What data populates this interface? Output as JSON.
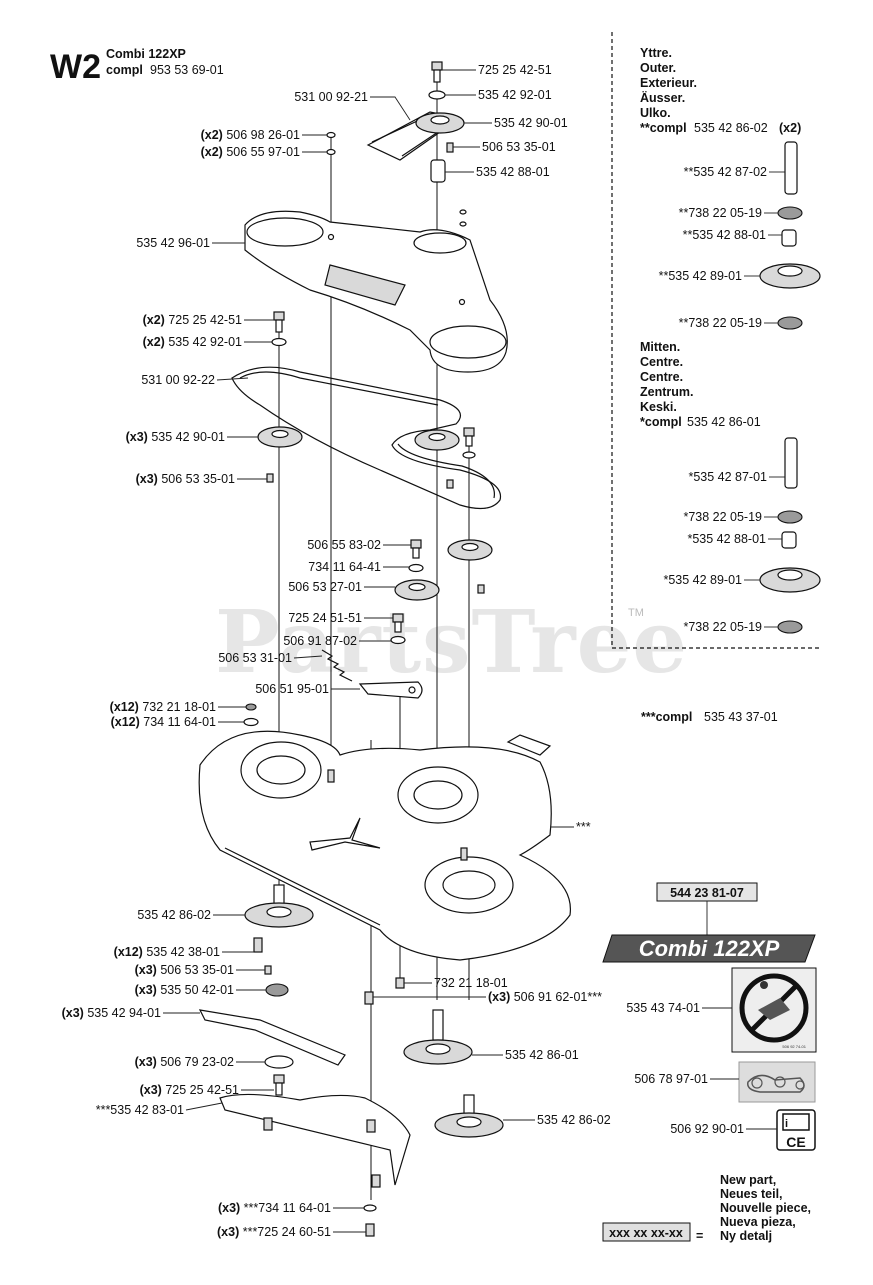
{
  "header": {
    "section": "W2",
    "model_line": "Combi 122XP",
    "compl_label": "compl",
    "compl_number": "953 53 69-01"
  },
  "watermark": {
    "text": "PartsTree",
    "tm": "TM"
  },
  "side_panel": {
    "outer_lines": [
      "Yttre.",
      "Outer.",
      "Exterieur.",
      "Äusser.",
      "Ulko."
    ],
    "outer_compl_label": "**compl",
    "outer_compl_number": "535 42 86-02",
    "outer_compl_qty": "(x2)",
    "outer_parts": [
      "**535 42 87-02",
      "**738 22 05-19",
      "**535 42 88-01",
      "**535 42 89-01",
      "**738 22 05-19"
    ],
    "centre_lines": [
      "Mitten.",
      "Centre.",
      "Centre.",
      "Zentrum.",
      "Keski."
    ],
    "centre_compl_label": "*compl",
    "centre_compl_number": "535 42 86-01",
    "centre_parts": [
      "*535 42 87-01",
      "*738 22 05-19",
      "*535 42 88-01",
      "*535 42 89-01",
      "*738 22 05-19"
    ]
  },
  "triple_compl": {
    "label": "***compl",
    "number": "535 43 37-01"
  },
  "right_bottom": {
    "decal_box_number": "544 23 81-07",
    "model_banner": "Combi 122XP",
    "decal_warning_number": "535 43 74-01",
    "belt_decal_number": "506 78 97-01",
    "manual_decal_number": "506 92 90-01",
    "ce_mark": "CE",
    "warning_sticker_code": "506 92 74-01"
  },
  "legend": {
    "box_text": "xxx xx xx-xx",
    "equals": "=",
    "lines": [
      "New part,",
      "Neues teil,",
      "Nouvelle piece,",
      "Nueva pieza,",
      "Ny detalj"
    ]
  },
  "labels": [
    {
      "qty": "",
      "text": "725 25 42-51"
    },
    {
      "qty": "",
      "text": "535 42 92-01"
    },
    {
      "qty": "",
      "text": "531 00 92-21"
    },
    {
      "qty": "",
      "text": "535 42 90-01"
    },
    {
      "qty": "(x2)",
      "text": "506 98 26-01"
    },
    {
      "qty": "(x2)",
      "text": "506 55 97-01"
    },
    {
      "qty": "",
      "text": "506 53 35-01"
    },
    {
      "qty": "",
      "text": "535 42 88-01"
    },
    {
      "qty": "",
      "text": "535 42 96-01"
    },
    {
      "qty": "(x2)",
      "text": "725 25 42-51"
    },
    {
      "qty": "(x2)",
      "text": "535 42 92-01"
    },
    {
      "qty": "",
      "text": "531 00 92-22"
    },
    {
      "qty": "(x3)",
      "text": "535 42 90-01"
    },
    {
      "qty": "(x3)",
      "text": "506 53 35-01"
    },
    {
      "qty": "",
      "text": "506 55 83-02"
    },
    {
      "qty": "",
      "text": "734 11 64-41"
    },
    {
      "qty": "",
      "text": "506 53 27-01"
    },
    {
      "qty": "",
      "text": "725 24 51-51"
    },
    {
      "qty": "",
      "text": "506 91 87-02"
    },
    {
      "qty": "",
      "text": "506 53 31-01"
    },
    {
      "qty": "",
      "text": "506 51 95-01"
    },
    {
      "qty": "(x12)",
      "text": "732 21 18-01"
    },
    {
      "qty": "(x12)",
      "text": "734 11 64-01"
    },
    {
      "qty": "",
      "text": "***"
    },
    {
      "qty": "",
      "text": "535 42 86-02"
    },
    {
      "qty": "(x12)",
      "text": "535 42 38-01"
    },
    {
      "qty": "(x3)",
      "text": "506 53 35-01"
    },
    {
      "qty": "(x3)",
      "text": "535 50 42-01"
    },
    {
      "qty": "(x3)",
      "text": "535 42 94-01"
    },
    {
      "qty": "(x3)",
      "text": "506 79 23-02"
    },
    {
      "qty": "(x3)",
      "text": "725 25 42-51"
    },
    {
      "qty": "",
      "text": "***535 42 83-01"
    },
    {
      "qty": "",
      "text": "732 21 18-01"
    },
    {
      "qty": "(x3)",
      "text": "506 91 62-01***"
    },
    {
      "qty": "",
      "text": "535 42 86-01"
    },
    {
      "qty": "",
      "text": "535 42 86-02"
    },
    {
      "qty": "(x3)",
      "text": "***734 11 64-01"
    },
    {
      "qty": "(x3)",
      "text": "***725 24 60-51"
    }
  ]
}
